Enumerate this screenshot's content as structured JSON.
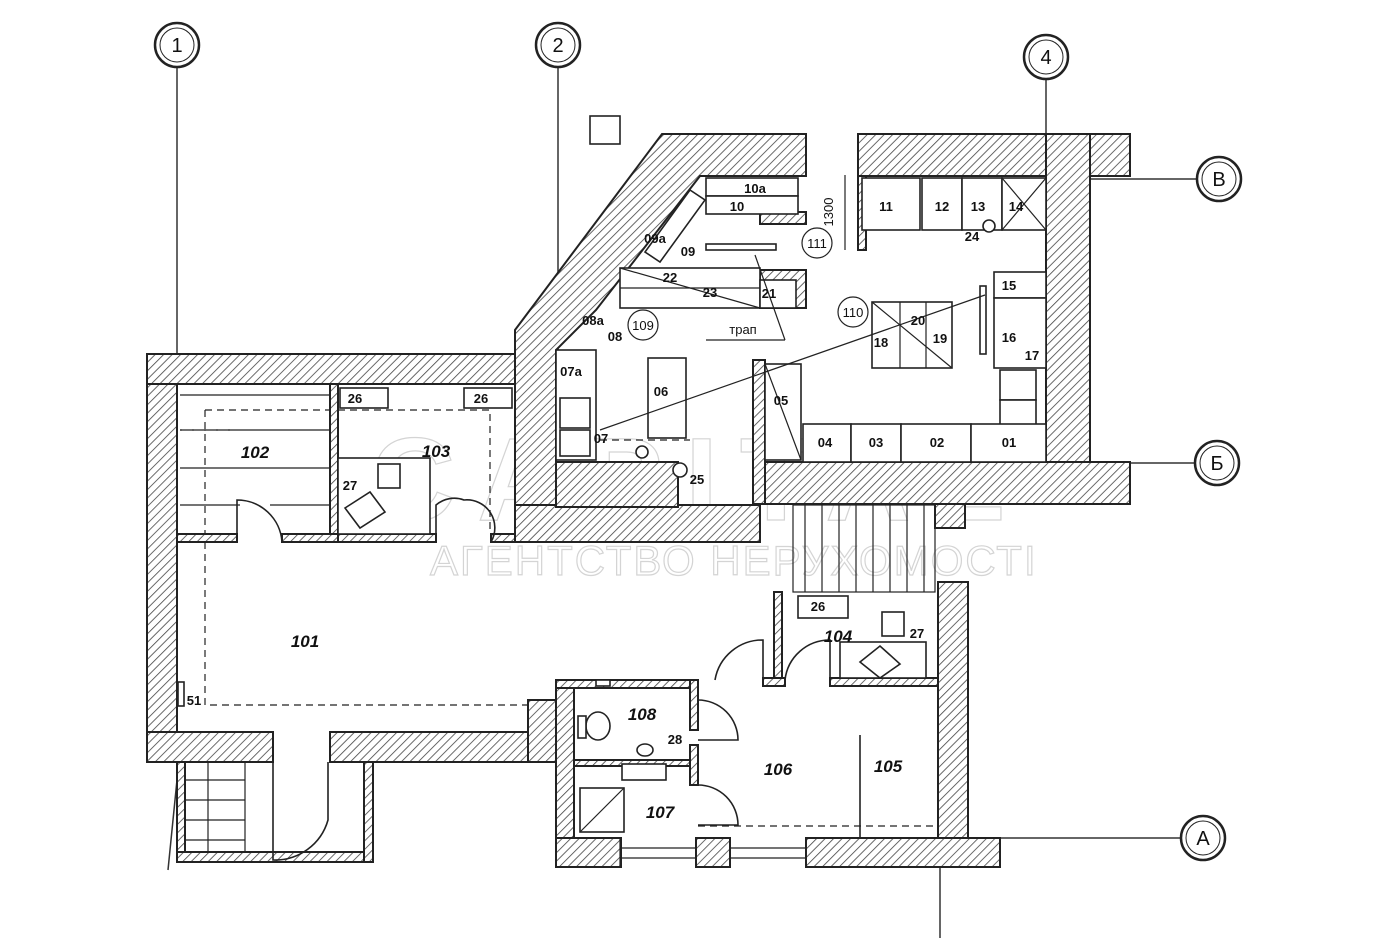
{
  "axes": {
    "vertical": [
      "1",
      "2",
      "4"
    ],
    "horizontal": [
      "В",
      "Б",
      "А"
    ]
  },
  "rooms": {
    "r101": "101",
    "r102": "102",
    "r103": "103",
    "r104": "104",
    "r105": "105",
    "r106": "106",
    "r107": "107",
    "r108": "108",
    "r109": "109",
    "r110": "110",
    "r111": "111"
  },
  "equipment": {
    "e01": "01",
    "e02": "02",
    "e03": "03",
    "e04": "04",
    "e05": "05",
    "e06": "06",
    "e07": "07",
    "e07a": "07а",
    "e08": "08",
    "e08a": "08а",
    "e09": "09",
    "e09a": "09а",
    "e10": "10",
    "e10a": "10а",
    "e11": "11",
    "e12": "12",
    "e13": "13",
    "e14": "14",
    "e15": "15",
    "e16": "16",
    "e17": "17",
    "e18": "18",
    "e19": "19",
    "e20": "20",
    "e21": "21",
    "e22": "22",
    "e23": "23",
    "e24": "24",
    "e25": "25",
    "e26a": "26",
    "e26b": "26",
    "e26c": "26",
    "e27a": "27",
    "e27b": "27",
    "e28": "28",
    "e51": "51"
  },
  "labels": {
    "trap": "трап",
    "dimension": "1300"
  },
  "watermark": {
    "brand": "CAPITAL",
    "subtitle": "АГЕНТСТВО НЕРУХОМОСТІ"
  }
}
